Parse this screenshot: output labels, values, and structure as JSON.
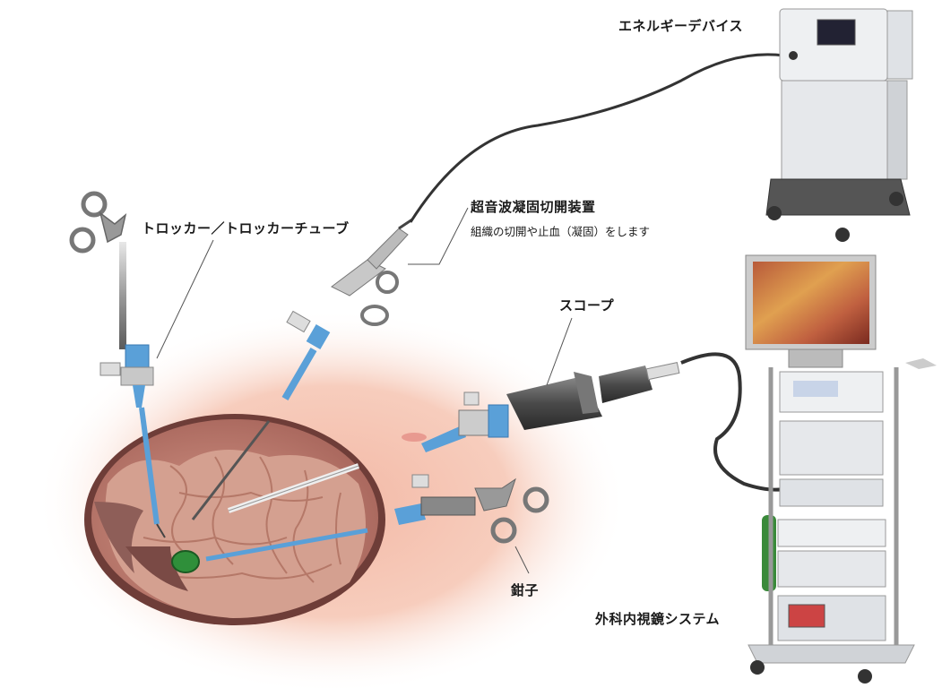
{
  "labels": {
    "energy_device": "エネルギーデバイス",
    "trocar": "トロッカー／トロッカーチューブ",
    "ultrasonic_title": "超音波凝固切開装置",
    "ultrasonic_desc": "組織の切開や止血（凝固）をします",
    "scope": "スコープ",
    "forceps": "鉗子",
    "endoscope_system": "外科内視鏡システム"
  },
  "colors": {
    "skin_glow": "#f6c8b8",
    "cavity": "#c98b7e",
    "organ": "#d89a8c",
    "organ_dark": "#8e5e58",
    "instrument_blue": "#5aa0d8",
    "tumor_green": "#2f8f3a",
    "cable": "#333333",
    "device_white": "#eef0f2",
    "device_gray": "#b8bcc2"
  }
}
